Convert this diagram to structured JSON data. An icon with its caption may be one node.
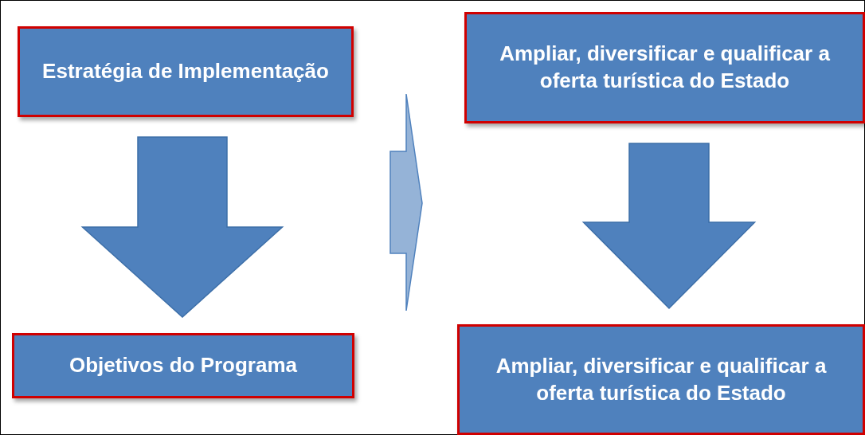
{
  "diagram": {
    "nodes": [
      {
        "text": [
          "Estratégia de Implementação"
        ]
      },
      {
        "text": [
          "Objetivos do Programa"
        ]
      },
      {
        "text": [
          "Ampliar, diversificar e qualificar a oferta turística do Estado"
        ]
      },
      {
        "text": [
          "Ampliar, diversificar e qualificar a oferta turística do Estado"
        ]
      }
    ],
    "edges": [
      {
        "from": 0,
        "to": 1,
        "arrow": "to"
      },
      {
        "from": 2,
        "to": 3,
        "arrow": "to"
      }
    ]
  }
}
